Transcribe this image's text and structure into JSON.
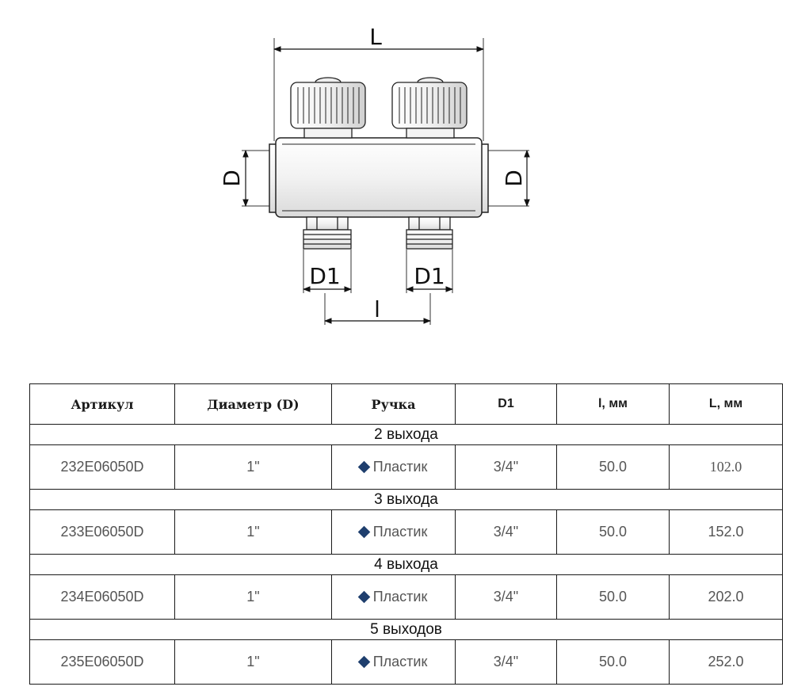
{
  "drawing": {
    "labels": {
      "L": "L",
      "D_left": "D",
      "D_right": "D",
      "D1_left": "D1",
      "D1_right": "D1",
      "l": "l"
    }
  },
  "table": {
    "headers": {
      "article": "Артикул",
      "diameter": "Диаметр (D)",
      "handle": "Ручка",
      "d1": "D1",
      "l": "l, мм",
      "L": "L, мм"
    },
    "groups": [
      {
        "title": "2 выхода",
        "row": {
          "article": "232E06050D",
          "diameter": "1\"",
          "handle": "Пластик",
          "d1": "3/4\"",
          "l": "50.0",
          "L": "102.0"
        }
      },
      {
        "title": "3 выхода",
        "row": {
          "article": "233E06050D",
          "diameter": "1\"",
          "handle": "Пластик",
          "d1": "3/4\"",
          "l": "50.0",
          "L": "152.0"
        }
      },
      {
        "title": "4 выхода",
        "row": {
          "article": "234E06050D",
          "diameter": "1\"",
          "handle": "Пластик",
          "d1": "3/4\"",
          "l": "50.0",
          "L": "202.0"
        }
      },
      {
        "title": "5 выходов",
        "row": {
          "article": "235E06050D",
          "diameter": "1\"",
          "handle": "Пластик",
          "d1": "3/4\"",
          "l": "50.0",
          "L": "252.0"
        }
      }
    ]
  },
  "colors": {
    "marker": "#1f3f6e",
    "border": "#1a1a1a"
  }
}
